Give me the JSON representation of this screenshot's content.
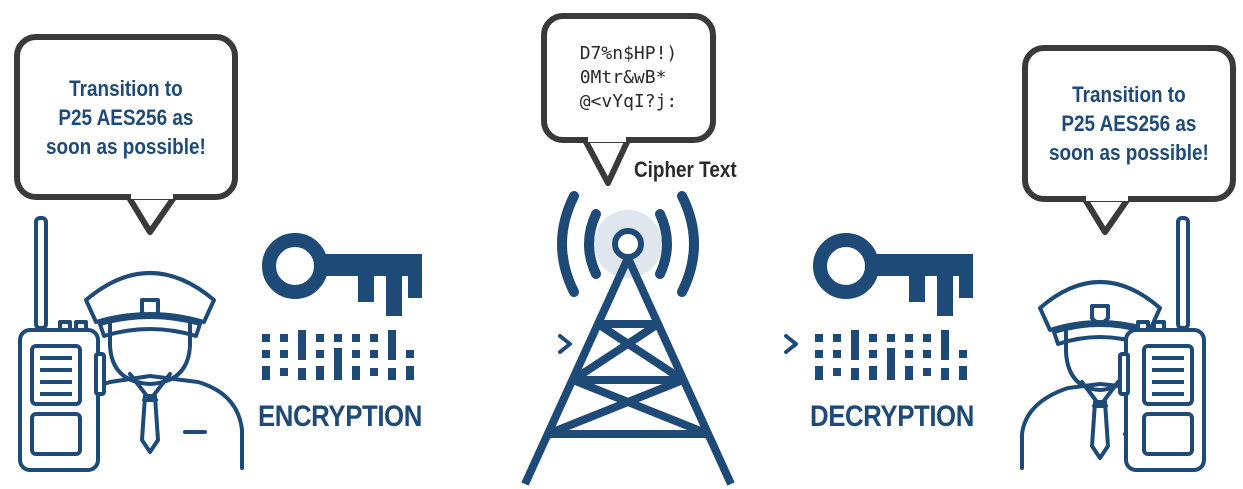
{
  "colors": {
    "primary": "#1e4a78",
    "outline": "#3a3a3a",
    "glow": "#dfe6ee"
  },
  "left_bubble": {
    "text": "Transition to\nP25 AES256 as\nsoon as possible!"
  },
  "right_bubble": {
    "text": "Transition to\nP25 AES256 as\nsoon as possible!"
  },
  "cipher_bubble": {
    "text": "D7%n$HP!)\n0Mtr&wB*\n@<vYqI?j:"
  },
  "cipher_label": "Cipher Text",
  "encryption_label": "ENCRYPTION",
  "decryption_label": "DECRYPTION",
  "icons": [
    "officer-icon",
    "radio-icon",
    "key-icon",
    "binary-code-icon",
    "transmission-tower-icon",
    "arrow-icon"
  ]
}
